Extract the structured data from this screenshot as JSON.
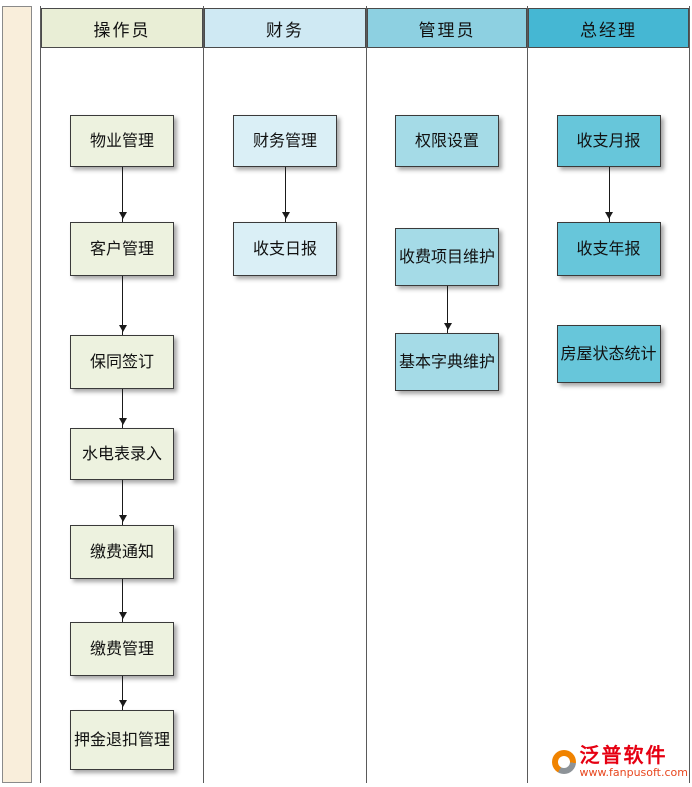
{
  "lanes": [
    {
      "title": "操作员",
      "boxes": [
        "物业管理",
        "客户管理",
        "保同签订",
        "水电表录入",
        "缴费通知",
        "缴费管理",
        "押金退扣管理"
      ]
    },
    {
      "title": "财务",
      "boxes": [
        "财务管理",
        "收支日报"
      ]
    },
    {
      "title": "管理员",
      "boxes": [
        "权限设置",
        "收费项目维护",
        "基本字典维护"
      ]
    },
    {
      "title": "总经理",
      "boxes": [
        "收支月报",
        "收支年报",
        "房屋状态统计"
      ]
    }
  ],
  "colors": {
    "lane_operator_header": "#e9eed6",
    "lane_operator_box": "#edf2df",
    "lane_finance_header": "#cfe9f3",
    "lane_finance_box": "#daeff6",
    "lane_admin_header": "#8dd0e1",
    "lane_admin_box": "#a5dbe7",
    "lane_manager_header": "#45b7d3",
    "lane_manager_box": "#67c6da",
    "phase_strip": "#f9eedb",
    "brand_red": "#e60012",
    "logo_orange": "#f08300"
  },
  "watermark": {
    "brand": "泛普软件",
    "url": "www.fanpusoft.com"
  }
}
